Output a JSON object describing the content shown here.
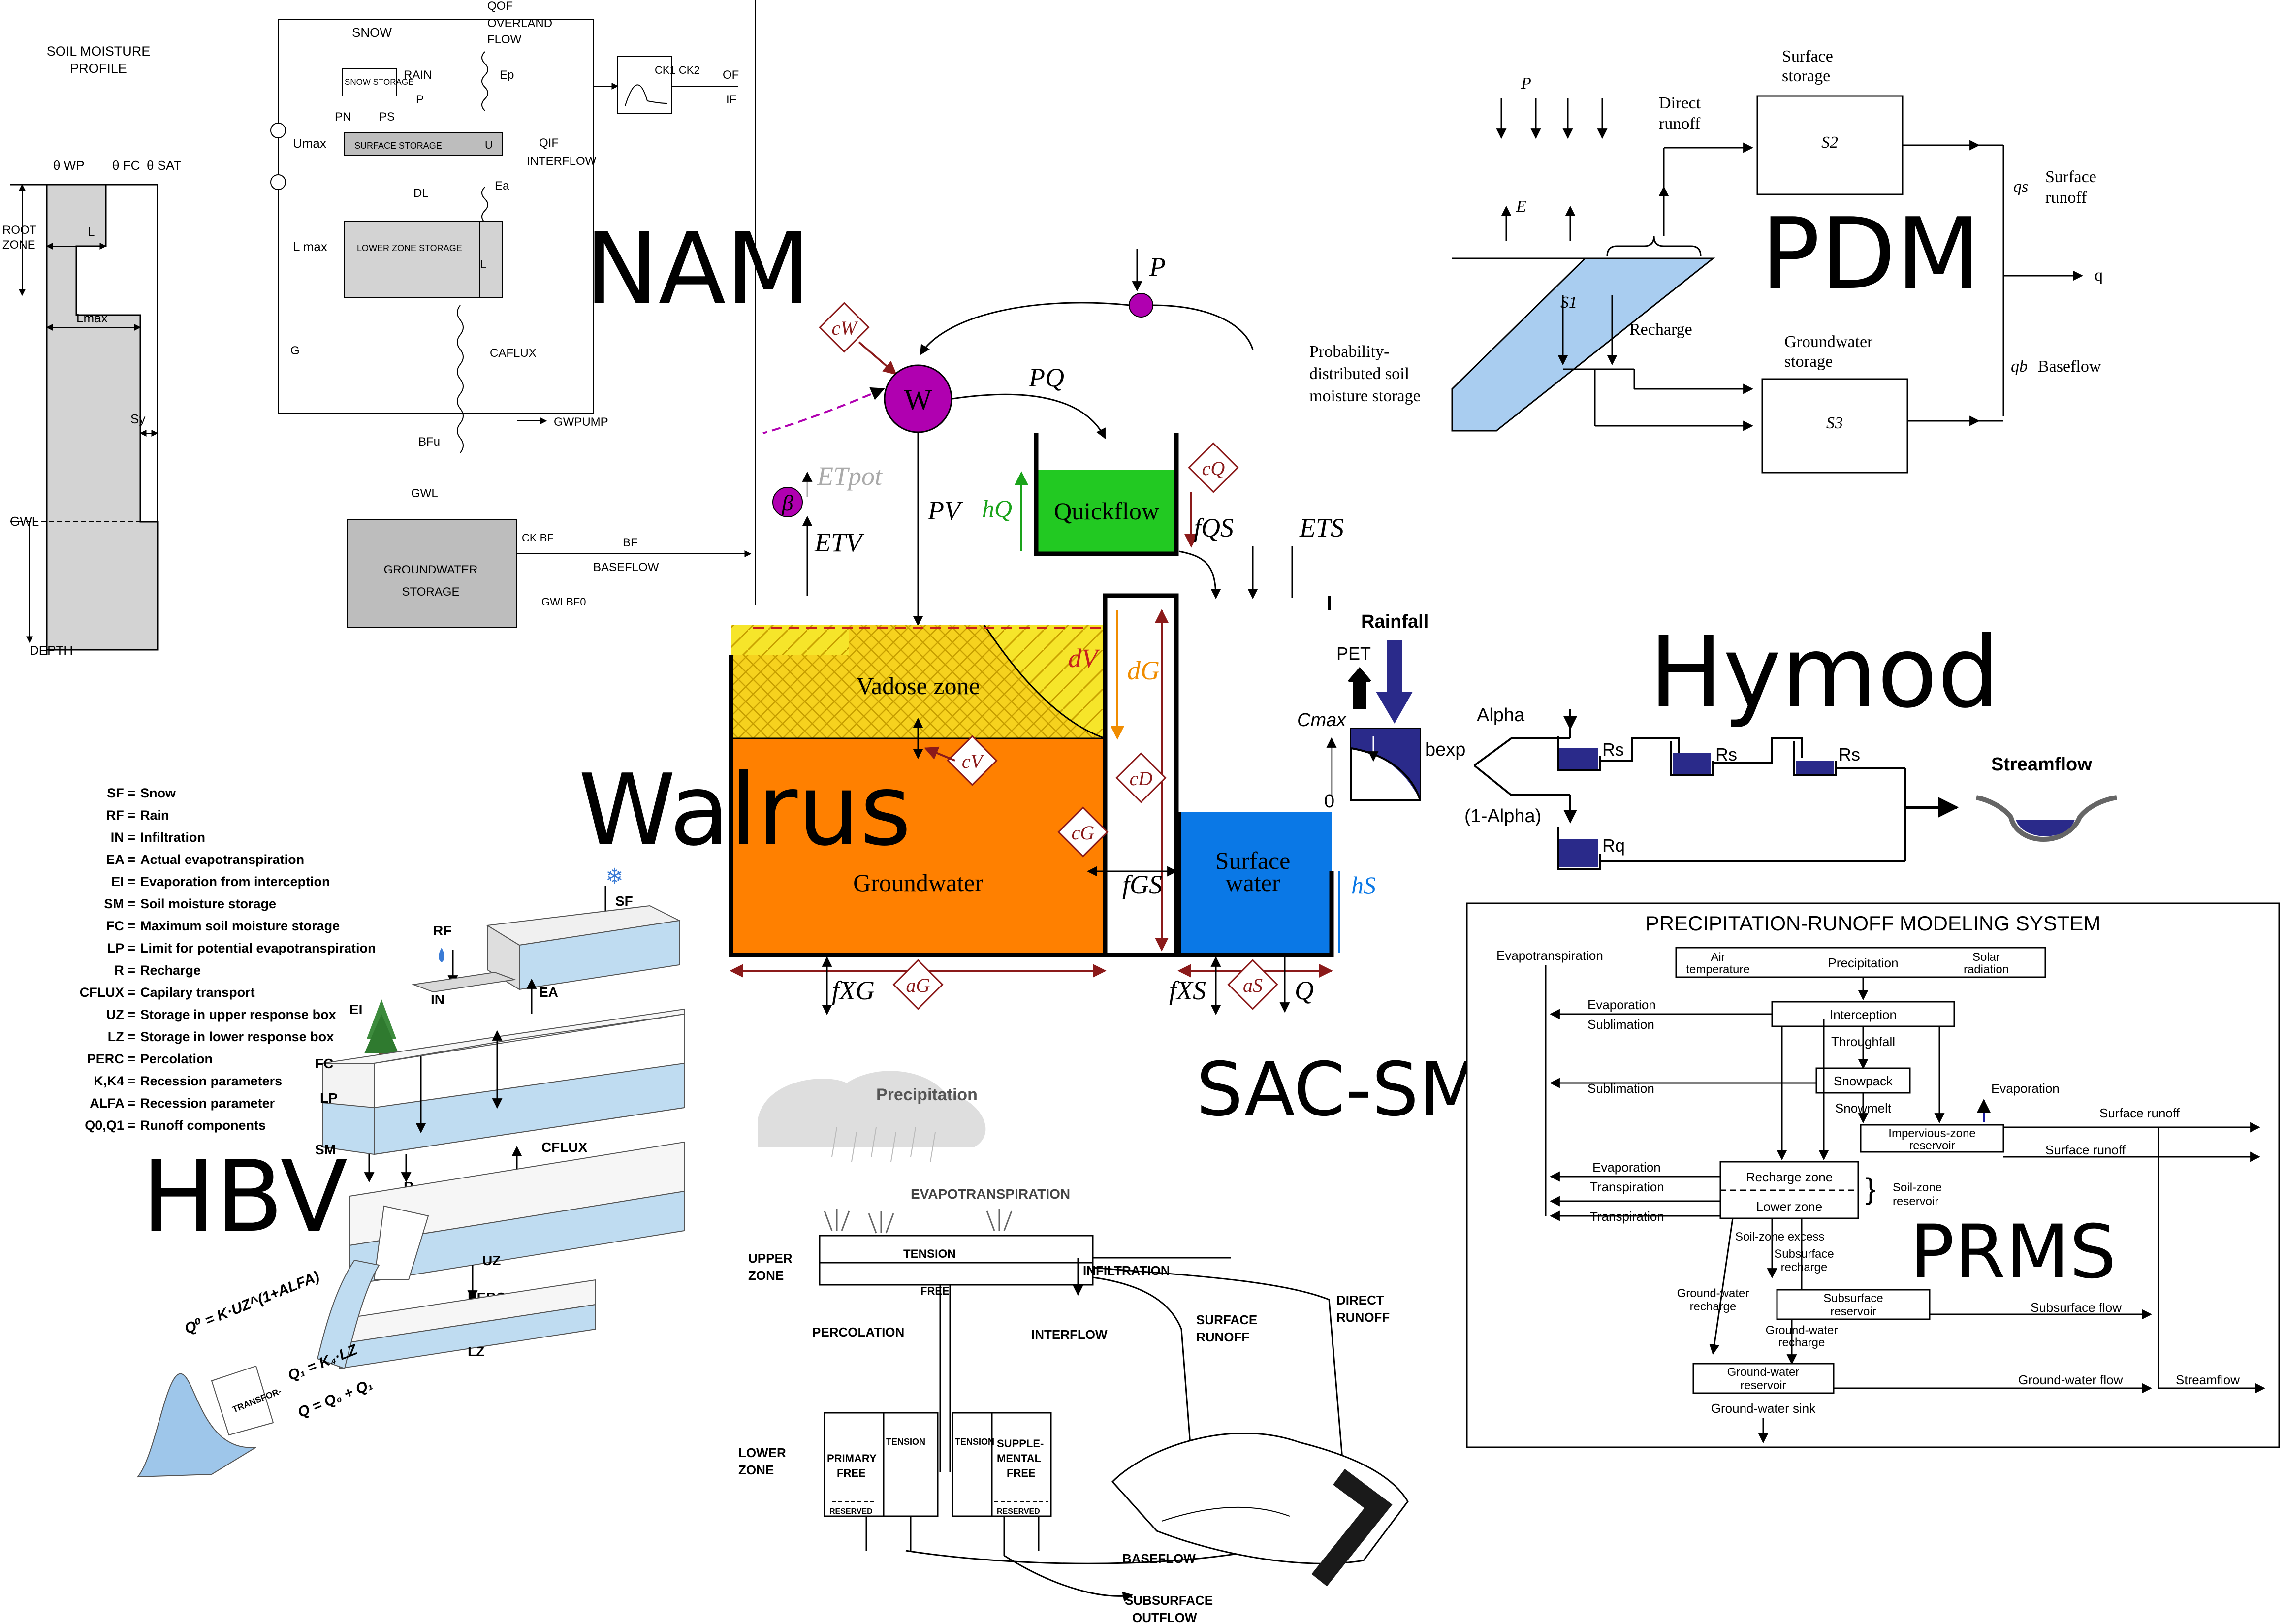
{
  "titles": {
    "nam": "NAM",
    "walrus": "Walrus",
    "hbv": "HBV",
    "pdm": "PDM",
    "hymod": "Hymod",
    "sac_sma": "SAC-SMA",
    "prms": "PRMS"
  },
  "nam": {
    "soil_profile_title_1": "SOIL MOISTURE",
    "soil_profile_title_2": "PROFILE",
    "theta_wp": "θ WP",
    "theta_fc": "θ FC",
    "theta_sat": "θ SAT",
    "root_zone_1": "ROOT",
    "root_zone_2": "ZONE",
    "l": "L",
    "lmax": "Lmax",
    "sy": "Sy",
    "gwl": "GWL",
    "depth": "DEPTH",
    "snow": "SNOW",
    "snow_storage": "SNOW STORAGE",
    "rain": "RAIN",
    "qof": "QOF",
    "overland_1": "OVERLAND",
    "overland_2": "FLOW",
    "ep": "Ep",
    "ck12": "CK1 CK2",
    "of": "OF",
    "if": "IF",
    "pn": "PN",
    "ps": "PS",
    "p": "P",
    "umax": "Umax",
    "surface_storage": "SURFACE STORAGE",
    "u": "U",
    "qif": "QIF",
    "interflow": "INTERFLOW",
    "dl": "DL",
    "ea": "Ea",
    "lmax_lower": "L max",
    "lower_zone_storage": "LOWER ZONE STORAGE",
    "l_lower": "L",
    "g": "G",
    "caflux": "CAFLUX",
    "bfu": "BFu",
    "gwpump": "GWPUMP",
    "gwl_lower": "GWL",
    "groundwater_storage_1": "GROUNDWATER",
    "groundwater_storage_2": "STORAGE",
    "ckbf": "CK BF",
    "bf": "BF",
    "baseflow": "BASEFLOW",
    "gwlbf0": "GWLBF0"
  },
  "walrus": {
    "p": "P",
    "cw": "cW",
    "w": "W",
    "pq": "PQ",
    "et_pot": "ETpot",
    "beta": "β",
    "etv": "ETV",
    "pv": "PV",
    "hq": "hQ",
    "quickflow": "Quickflow",
    "cq": "cQ",
    "fqs": "fQS",
    "ets": "ETS",
    "vadose_zone": "Vadose zone",
    "dv": "dV",
    "dg": "dG",
    "cv": "cV",
    "cd": "cD",
    "groundwater": "Groundwater",
    "cg": "cG",
    "fgs": "fGS",
    "surface_water_1": "Surface",
    "surface_water_2": "water",
    "hs": "hS",
    "fxg": "fXG",
    "ag": "aG",
    "fxs": "fXS",
    "as": "aS",
    "q": "Q"
  },
  "pdm": {
    "p": "P",
    "e": "E",
    "direct_runoff_1": "Direct",
    "direct_runoff_2": "runoff",
    "surface_storage_1": "Surface",
    "surface_storage_2": "storage",
    "s2": "S2",
    "s1": "S1",
    "recharge": "Recharge",
    "groundwater_storage_1": "Groundwater",
    "groundwater_storage_2": "storage",
    "s3": "S3",
    "qs": "qs",
    "surface_runoff_1": "Surface",
    "surface_runoff_2": "runoff",
    "q": "q",
    "qb": "qb",
    "baseflow": "Baseflow",
    "prob_1": "Probability-",
    "prob_2": "distributed soil",
    "prob_3": "moisture storage"
  },
  "hymod": {
    "rainfall": "Rainfall",
    "pet": "PET",
    "cmax": "Cmax",
    "zero": "0",
    "bexp": "bexp",
    "alpha": "Alpha",
    "one_minus_alpha": "(1-Alpha)",
    "rs": "Rs",
    "rq": "Rq",
    "streamflow": "Streamflow"
  },
  "hbv": {
    "legend": [
      {
        "abbr": "SF =",
        "desc": "Snow"
      },
      {
        "abbr": "RF =",
        "desc": "Rain"
      },
      {
        "abbr": "IN =",
        "desc": "Infiltration"
      },
      {
        "abbr": "EA =",
        "desc": "Actual evapotranspiration"
      },
      {
        "abbr": "EI =",
        "desc": "Evaporation from interception"
      },
      {
        "abbr": "SM =",
        "desc": "Soil moisture storage"
      },
      {
        "abbr": "FC =",
        "desc": "Maximum soil moisture storage"
      },
      {
        "abbr": "LP =",
        "desc": "Limit for potential evapotranspiration"
      },
      {
        "abbr": "R =",
        "desc": "Recharge"
      },
      {
        "abbr": "CFLUX =",
        "desc": "Capilary transport"
      },
      {
        "abbr": "UZ =",
        "desc": "Storage in upper response box"
      },
      {
        "abbr": "LZ =",
        "desc": "Storage in lower response box"
      },
      {
        "abbr": "PERC =",
        "desc": "Percolation"
      },
      {
        "abbr": "K,K4 =",
        "desc": "Recession parameters"
      },
      {
        "abbr": "ALFA =",
        "desc": "Recession parameter"
      },
      {
        "abbr": "Q0,Q1 =",
        "desc": "Runoff components"
      }
    ],
    "sf": "SF",
    "rf": "RF",
    "in": "IN",
    "ea": "EA",
    "ei": "EI",
    "fc": "FC",
    "lp": "LP",
    "sm": "SM",
    "r": "R",
    "cflux": "CFLUX",
    "uz": "UZ",
    "perc": "PERC",
    "lz": "LZ",
    "eq1": "Q⁰ = K·UZ^(1+ALFA)",
    "eq2": "Q₁ = K₄·LZ",
    "eq3": "Q = Q₀ + Q₁",
    "transform": "TRANSFOR-MATION FUNCTION"
  },
  "sac": {
    "precipitation": "Precipitation",
    "evapotranspiration": "EVAPOTRANSPIRATION",
    "upper_zone_1": "UPPER",
    "upper_zone_2": "ZONE",
    "tension": "TENSION",
    "free": "FREE",
    "infiltration": "INFILTRATION",
    "surface_runoff_1": "SURFACE",
    "surface_runoff_2": "RUNOFF",
    "direct_runoff_1": "DIRECT",
    "direct_runoff_2": "RUNOFF",
    "percolation": "PERCOLATION",
    "interflow": "INTERFLOW",
    "lower_zone_1": "LOWER",
    "lower_zone_2": "ZONE",
    "primary_free_1": "PRIMARY",
    "primary_free_2": "FREE",
    "tension_a": "TENSION",
    "tension_b": "TENSION",
    "supplemental_1": "SUPPLE-",
    "supplemental_2": "MENTAL",
    "supplemental_3": "FREE",
    "reserved_a": "RESERVED",
    "reserved_b": "RESERVED",
    "baseflow": "BASEFLOW",
    "subsurface_1": "SUBSURFACE",
    "subsurface_2": "OUTFLOW"
  },
  "prms": {
    "title": "PRECIPITATION-RUNOFF MODELING SYSTEM",
    "evapotranspiration": "Evapotranspiration",
    "air_temp_1": "Air",
    "air_temp_2": "temperature",
    "precipitation": "Precipitation",
    "solar_1": "Solar",
    "solar_2": "radiation",
    "evaporation_1": "Evaporation",
    "sublimation_1": "Sublimation",
    "interception": "Interception",
    "throughfall": "Throughfall",
    "sublimation_2": "Sublimation",
    "snowpack": "Snowpack",
    "snowmelt": "Snowmelt",
    "evaporation_2": "Evaporation",
    "impervious_1": "Impervious-zone",
    "impervious_2": "reservoir",
    "surface_runoff_1": "Surface runoff",
    "surface_runoff_2": "Surface runoff",
    "evaporation_3": "Evaporation",
    "transpiration_1": "Transpiration",
    "transpiration_2": "Transpiration",
    "recharge_zone": "Recharge zone",
    "lower_zone": "Lower zone",
    "soil_zone_1": "Soil-zone",
    "soil_zone_2": "reservoir",
    "soil_excess": "Soil-zone excess",
    "subsurface_recharge_1": "Subsurface",
    "subsurface_recharge_2": "recharge",
    "gw_recharge_1": "Ground-water",
    "gw_recharge_2": "recharge",
    "subsurface_res_1": "Subsurface",
    "subsurface_res_2": "reservoir",
    "subsurface_flow": "Subsurface flow",
    "gw_recharge_3": "Ground-water",
    "gw_recharge_4": "recharge",
    "gw_res_1": "Ground-water",
    "gw_res_2": "reservoir",
    "gw_flow": "Ground-water flow",
    "streamflow": "Streamflow",
    "gw_sink": "Ground-water sink"
  }
}
